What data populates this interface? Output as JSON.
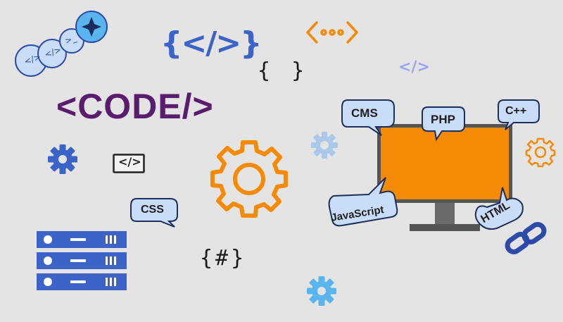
{
  "canvas": {
    "background": "#e4e4e4"
  },
  "colors": {
    "orange": "#f58a07",
    "blue": "#3b63c8",
    "light_blue": "#5ab5ee",
    "bubble_fill": "#c9dcf8",
    "purple": "#5a1d6e",
    "lavender": "#9da3f0",
    "monitor_frame": "#555555"
  },
  "texts": {
    "code_tag": "<CODE/>",
    "blue_brace_tag": "{</>}",
    "small_braces": "{ }",
    "hash_braces": "{#}",
    "lavender_tag": "</>",
    "boxed_tag": "</>",
    "chain_tags": [
      "</>",
      "</>",
      ">_"
    ]
  },
  "bubbles": {
    "cms": "CMS",
    "php": "PHP",
    "cpp": "C++",
    "css": "CSS",
    "javascript": "JavaScript",
    "html": "HTML"
  },
  "icons": [
    "blue-gear-icon",
    "orange-gear-icon",
    "light-gear-icon",
    "orange-small-gear-icon",
    "sky-gear-icon",
    "server-stack-icon",
    "chain-link-icon",
    "sparkle-icon",
    "ellipsis-tag-icon",
    "monitor-icon"
  ]
}
